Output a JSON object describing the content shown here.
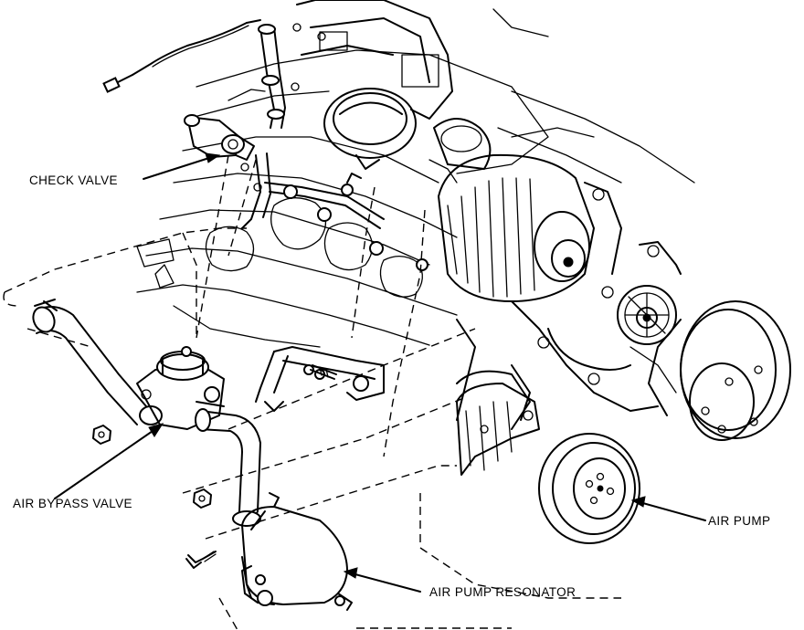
{
  "labels": {
    "check_valve": "CHECK VALVE",
    "air_bypass_valve": "AIR BYPASS VALVE",
    "air_pump": "AIR PUMP",
    "air_pump_resonator": "AIR PUMP RESONATOR"
  },
  "colors": {
    "ink": "#000000",
    "background": "#ffffff"
  }
}
